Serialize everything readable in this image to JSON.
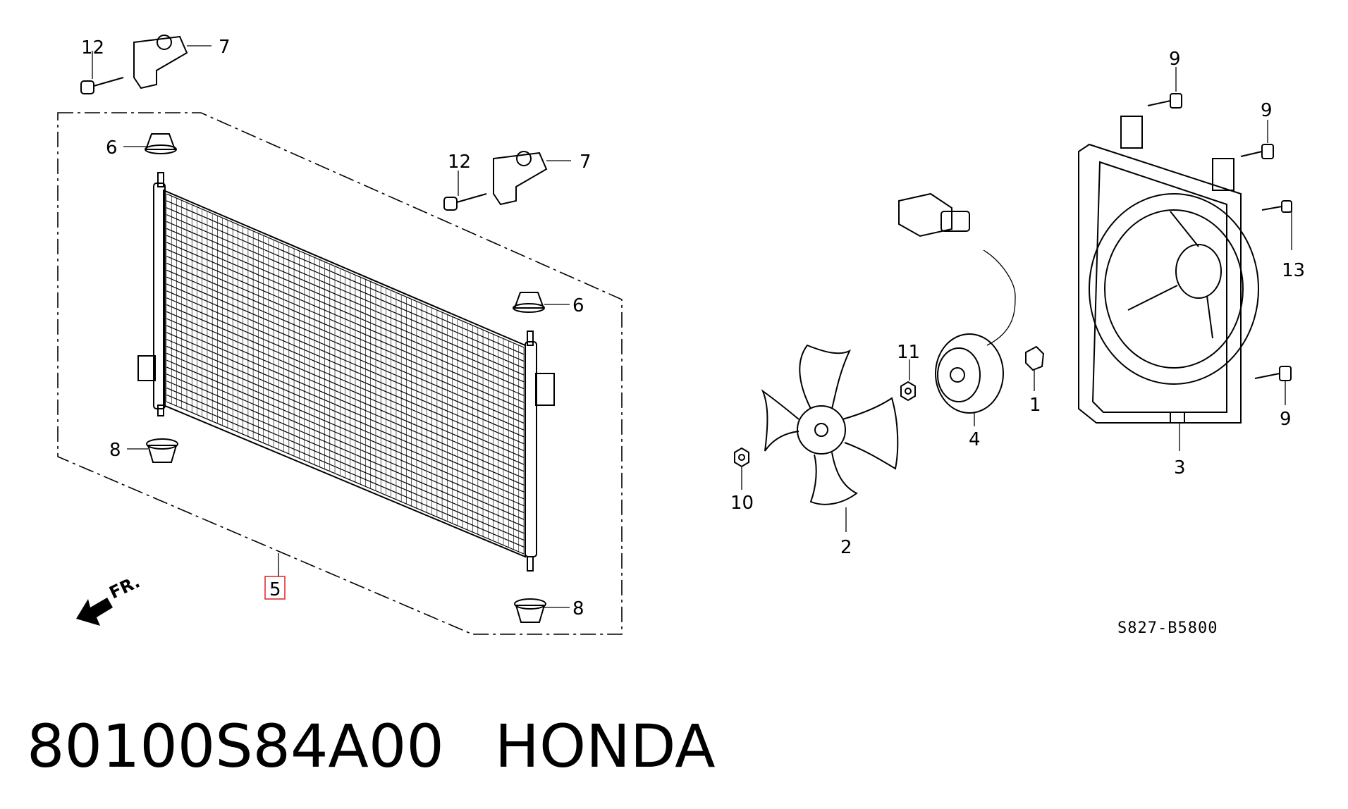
{
  "diagram": {
    "callouts": {
      "c12a": "12",
      "c7a": "7",
      "c6a": "6",
      "c12b": "12",
      "c7b": "7",
      "c6b": "6",
      "c8a": "8",
      "c5": "5",
      "c8b": "8",
      "c9a": "9",
      "c9b": "9",
      "c13": "13",
      "c11": "11",
      "c1": "1",
      "c4": "4",
      "c10": "10",
      "c2": "2",
      "c3": "3",
      "c9c": "9"
    },
    "direction_label": "FR.",
    "diagram_code": "S827-B5800",
    "highlight_color": "#e02020"
  },
  "caption": {
    "part_number": "80100S84A00",
    "brand": "HONDA"
  }
}
